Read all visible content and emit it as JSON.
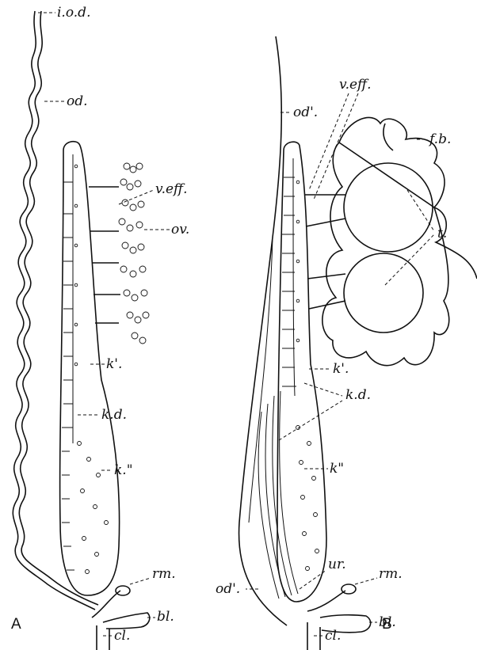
{
  "panel_a": {
    "panel_letter": "A",
    "labels": {
      "iod": "i.o.d.",
      "od": "od.",
      "veff": "v.eff.",
      "ov": "ov.",
      "k1": "k'.",
      "kd": "k.d.",
      "k2": "k.\"",
      "rm": "rm.",
      "bl": "bl.",
      "cl": "cl."
    }
  },
  "panel_b": {
    "panel_letter": "B",
    "labels": {
      "od1": "od'.",
      "veff": "v.eff.",
      "fb": "f.b.",
      "t": "t.",
      "k1": "k'.",
      "kd": "k.d.",
      "k2": "k\"",
      "ur": "ur.",
      "od2": "od'.",
      "rm": "rm.",
      "bl": "bl.",
      "cl": "cl."
    }
  }
}
